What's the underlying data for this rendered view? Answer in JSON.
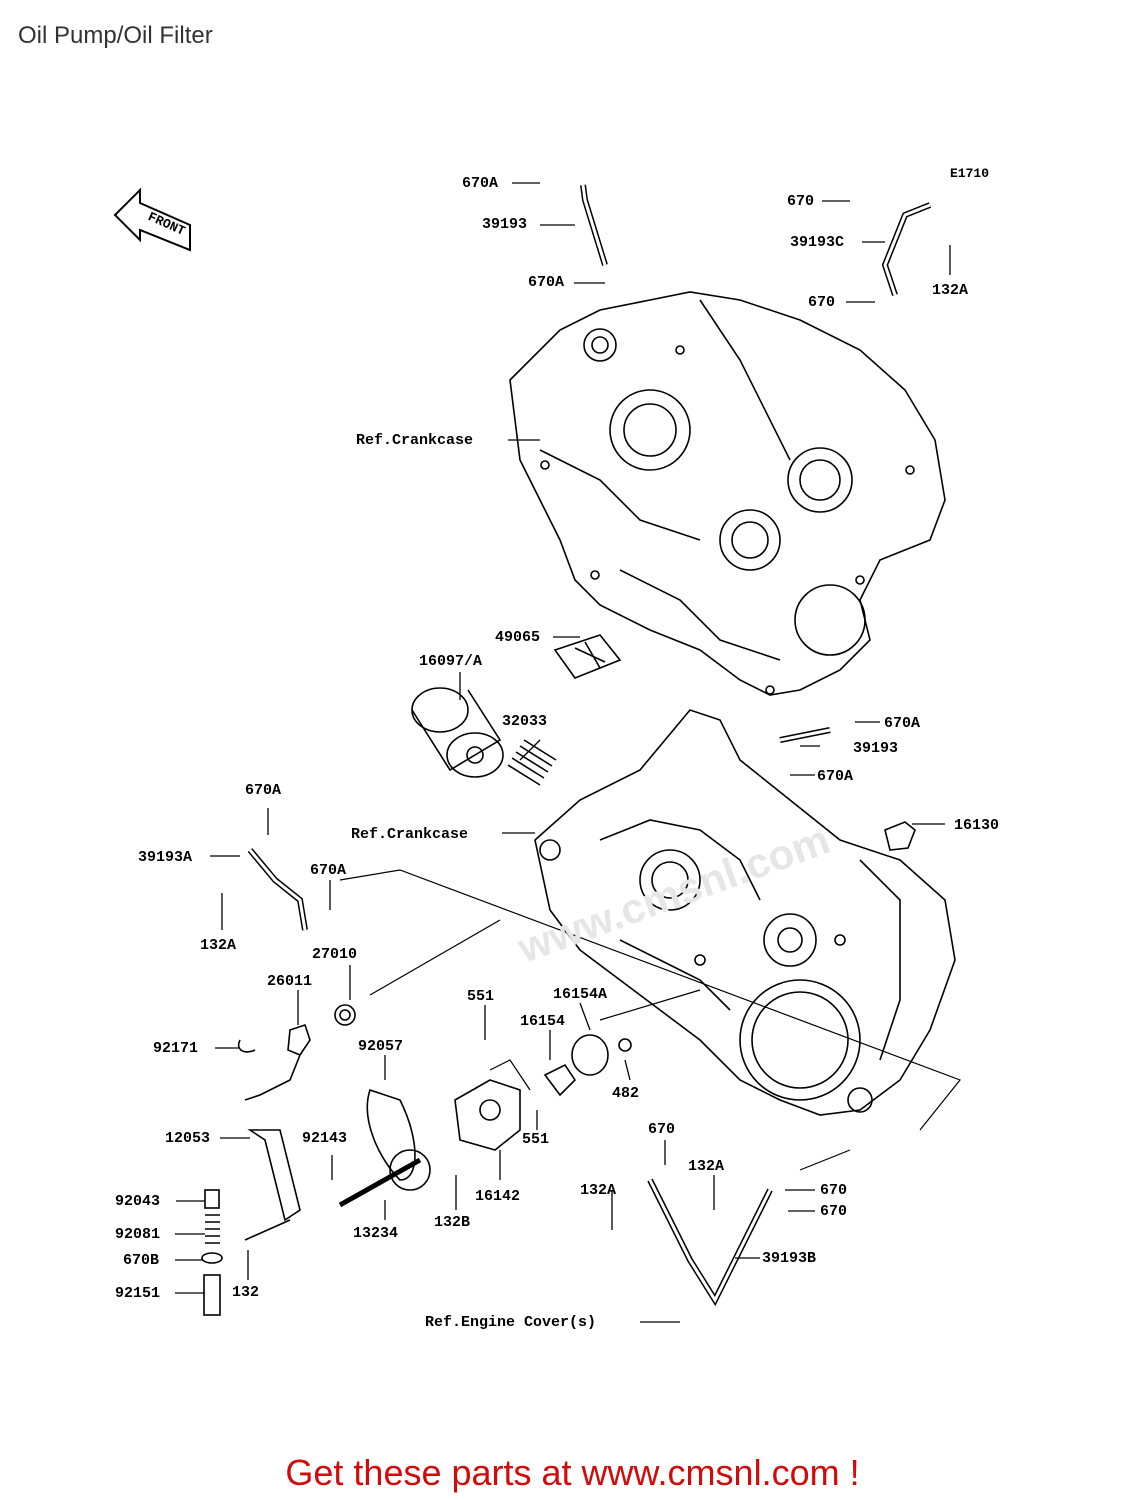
{
  "page": {
    "title": "Oil Pump/Oil Filter",
    "code": "E1710",
    "front_label": "FRONT"
  },
  "watermark": "www.cmsnl.com",
  "parts": [
    {
      "id": "670A_top",
      "label": "670A"
    },
    {
      "id": "39193_top",
      "label": "39193"
    },
    {
      "id": "670A_mid",
      "label": "670A"
    },
    {
      "id": "670_tr1",
      "label": "670"
    },
    {
      "id": "39193C",
      "label": "39193C"
    },
    {
      "id": "132A_tr",
      "label": "132A"
    },
    {
      "id": "670_tr2",
      "label": "670"
    },
    {
      "id": "refcrank1",
      "label": "Ref.Crankcase"
    },
    {
      "id": "49065",
      "label": "49065"
    },
    {
      "id": "16097A",
      "label": "16097/A"
    },
    {
      "id": "32033",
      "label": "32033"
    },
    {
      "id": "670A_r1",
      "label": "670A"
    },
    {
      "id": "39193_r",
      "label": "39193"
    },
    {
      "id": "670A_r2",
      "label": "670A"
    },
    {
      "id": "16130",
      "label": "16130"
    },
    {
      "id": "670A_l1",
      "label": "670A"
    },
    {
      "id": "refcrank2",
      "label": "Ref.Crankcase"
    },
    {
      "id": "39193A",
      "label": "39193A"
    },
    {
      "id": "670A_l2",
      "label": "670A"
    },
    {
      "id": "132A_l",
      "label": "132A"
    },
    {
      "id": "27010",
      "label": "27010"
    },
    {
      "id": "26011",
      "label": "26011"
    },
    {
      "id": "551_top",
      "label": "551"
    },
    {
      "id": "16154A",
      "label": "16154A"
    },
    {
      "id": "16154",
      "label": "16154"
    },
    {
      "id": "92171",
      "label": "92171"
    },
    {
      "id": "92057",
      "label": "92057"
    },
    {
      "id": "482",
      "label": "482"
    },
    {
      "id": "551_bot",
      "label": "551"
    },
    {
      "id": "670_b1",
      "label": "670"
    },
    {
      "id": "12053",
      "label": "12053"
    },
    {
      "id": "92143",
      "label": "92143"
    },
    {
      "id": "132A_b1",
      "label": "132A"
    },
    {
      "id": "132A_b2",
      "label": "132A"
    },
    {
      "id": "670_b2",
      "label": "670"
    },
    {
      "id": "670_b3",
      "label": "670"
    },
    {
      "id": "16142",
      "label": "16142"
    },
    {
      "id": "92043",
      "label": "92043"
    },
    {
      "id": "13234",
      "label": "13234"
    },
    {
      "id": "132B",
      "label": "132B"
    },
    {
      "id": "92081",
      "label": "92081"
    },
    {
      "id": "39193B",
      "label": "39193B"
    },
    {
      "id": "670B",
      "label": "670B"
    },
    {
      "id": "92151",
      "label": "92151"
    },
    {
      "id": "132",
      "label": "132"
    },
    {
      "id": "refengine",
      "label": "Ref.Engine Cover(s)"
    }
  ],
  "footer": {
    "text": "Get these parts at www.cmsnl.com !",
    "color": "#d10a0a"
  }
}
